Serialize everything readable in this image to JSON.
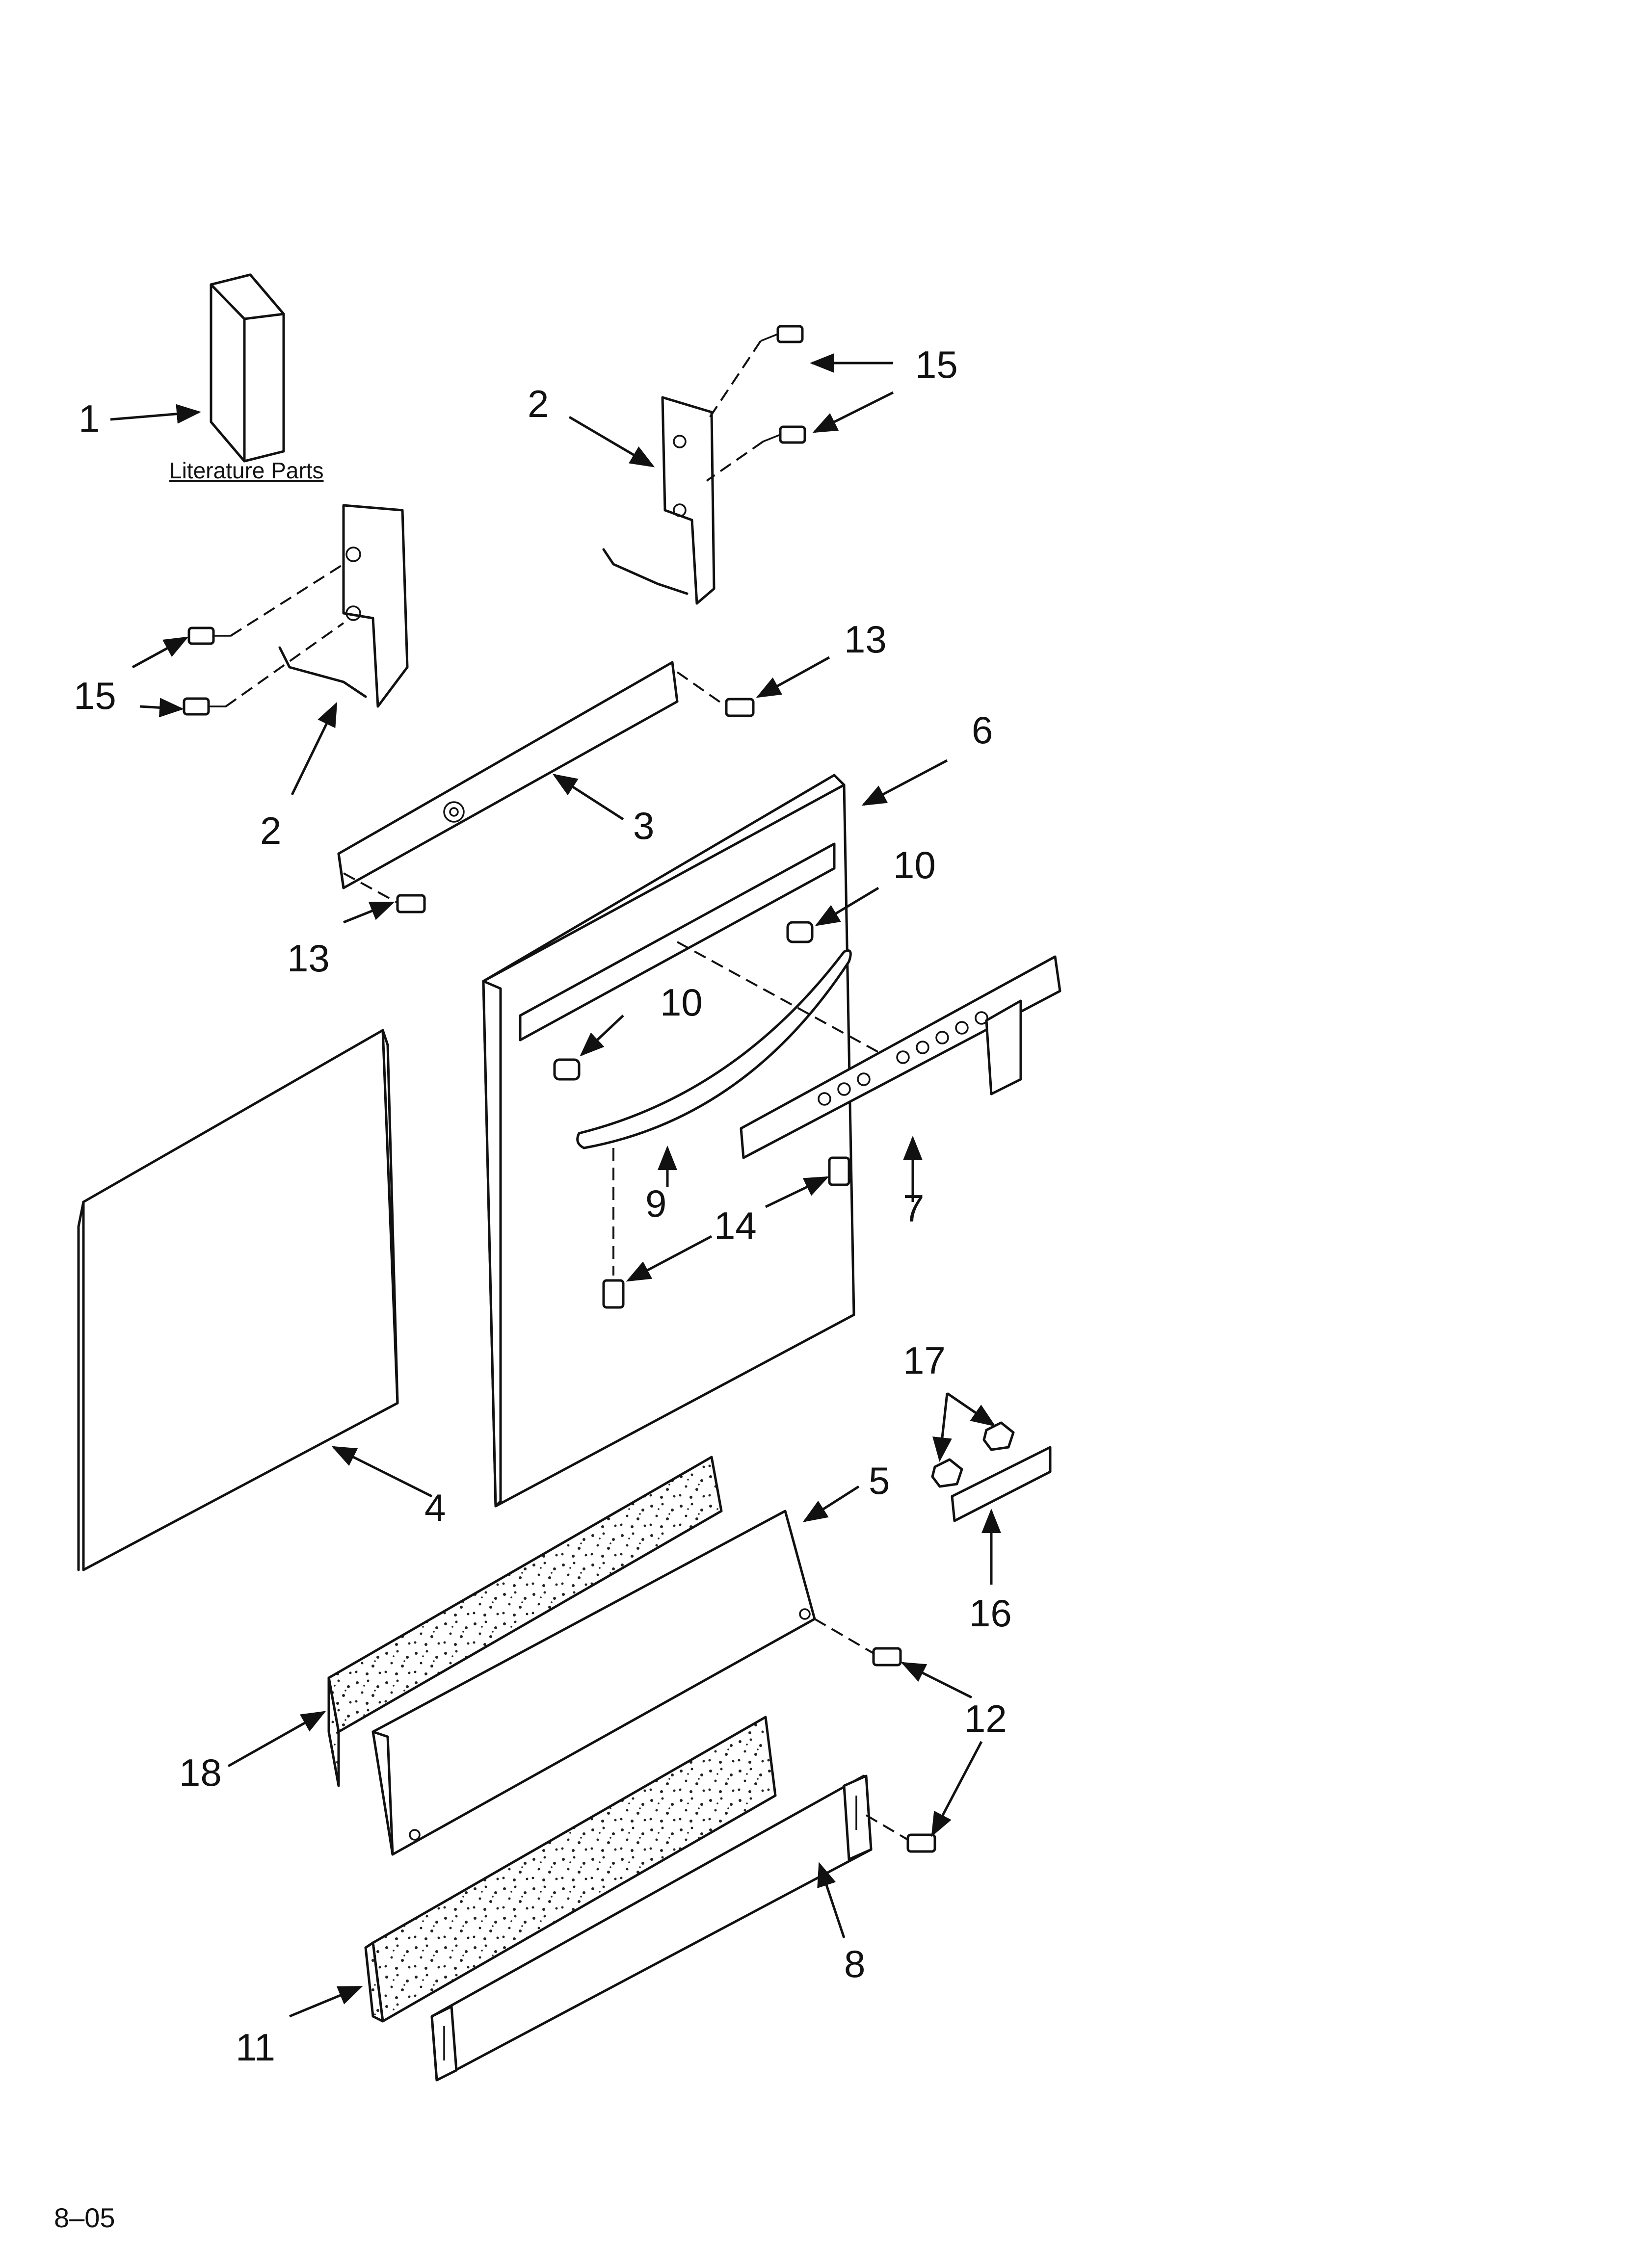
{
  "diagram": {
    "caption": "Literature Parts",
    "page_code": "8–05",
    "callouts": [
      {
        "id": "1",
        "text": "1"
      },
      {
        "id": "2a",
        "text": "2"
      },
      {
        "id": "2b",
        "text": "2"
      },
      {
        "id": "3",
        "text": "3"
      },
      {
        "id": "4",
        "text": "4"
      },
      {
        "id": "5",
        "text": "5"
      },
      {
        "id": "6",
        "text": "6"
      },
      {
        "id": "7",
        "text": "7"
      },
      {
        "id": "8",
        "text": "8"
      },
      {
        "id": "9",
        "text": "9"
      },
      {
        "id": "10a",
        "text": "10"
      },
      {
        "id": "10b",
        "text": "10"
      },
      {
        "id": "11",
        "text": "11"
      },
      {
        "id": "12",
        "text": "12"
      },
      {
        "id": "13a",
        "text": "13"
      },
      {
        "id": "13b",
        "text": "13"
      },
      {
        "id": "14",
        "text": "14"
      },
      {
        "id": "15a",
        "text": "15"
      },
      {
        "id": "15b",
        "text": "15"
      },
      {
        "id": "16",
        "text": "16"
      },
      {
        "id": "17",
        "text": "17"
      },
      {
        "id": "18",
        "text": "18"
      }
    ]
  }
}
